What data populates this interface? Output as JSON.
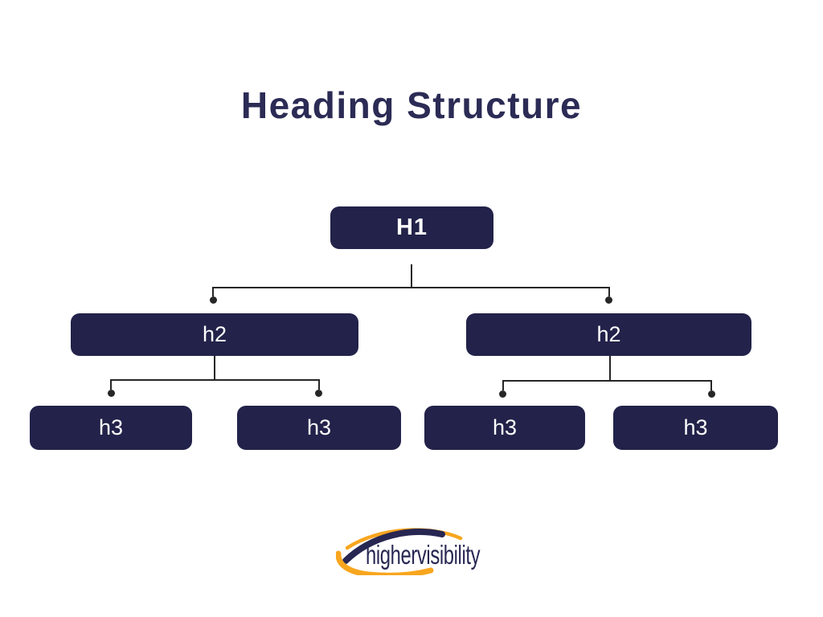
{
  "title": "Heading Structure",
  "tree": {
    "root": {
      "label": "H1"
    },
    "children": [
      {
        "label": "h2",
        "children": [
          {
            "label": "h3"
          },
          {
            "label": "h3"
          }
        ]
      },
      {
        "label": "h2",
        "children": [
          {
            "label": "h3"
          },
          {
            "label": "h3"
          }
        ]
      }
    ]
  },
  "logo": {
    "text": "highervisibility",
    "icon": "orbit-swoosh-icon"
  },
  "colors": {
    "background": "#ffffff",
    "box_navy": "#22224a",
    "box_text": "#ffffff",
    "title_navy": "#2b2b55",
    "connector": "#262626",
    "logo_gold": "#f8a61e",
    "logo_navy": "#272752"
  }
}
